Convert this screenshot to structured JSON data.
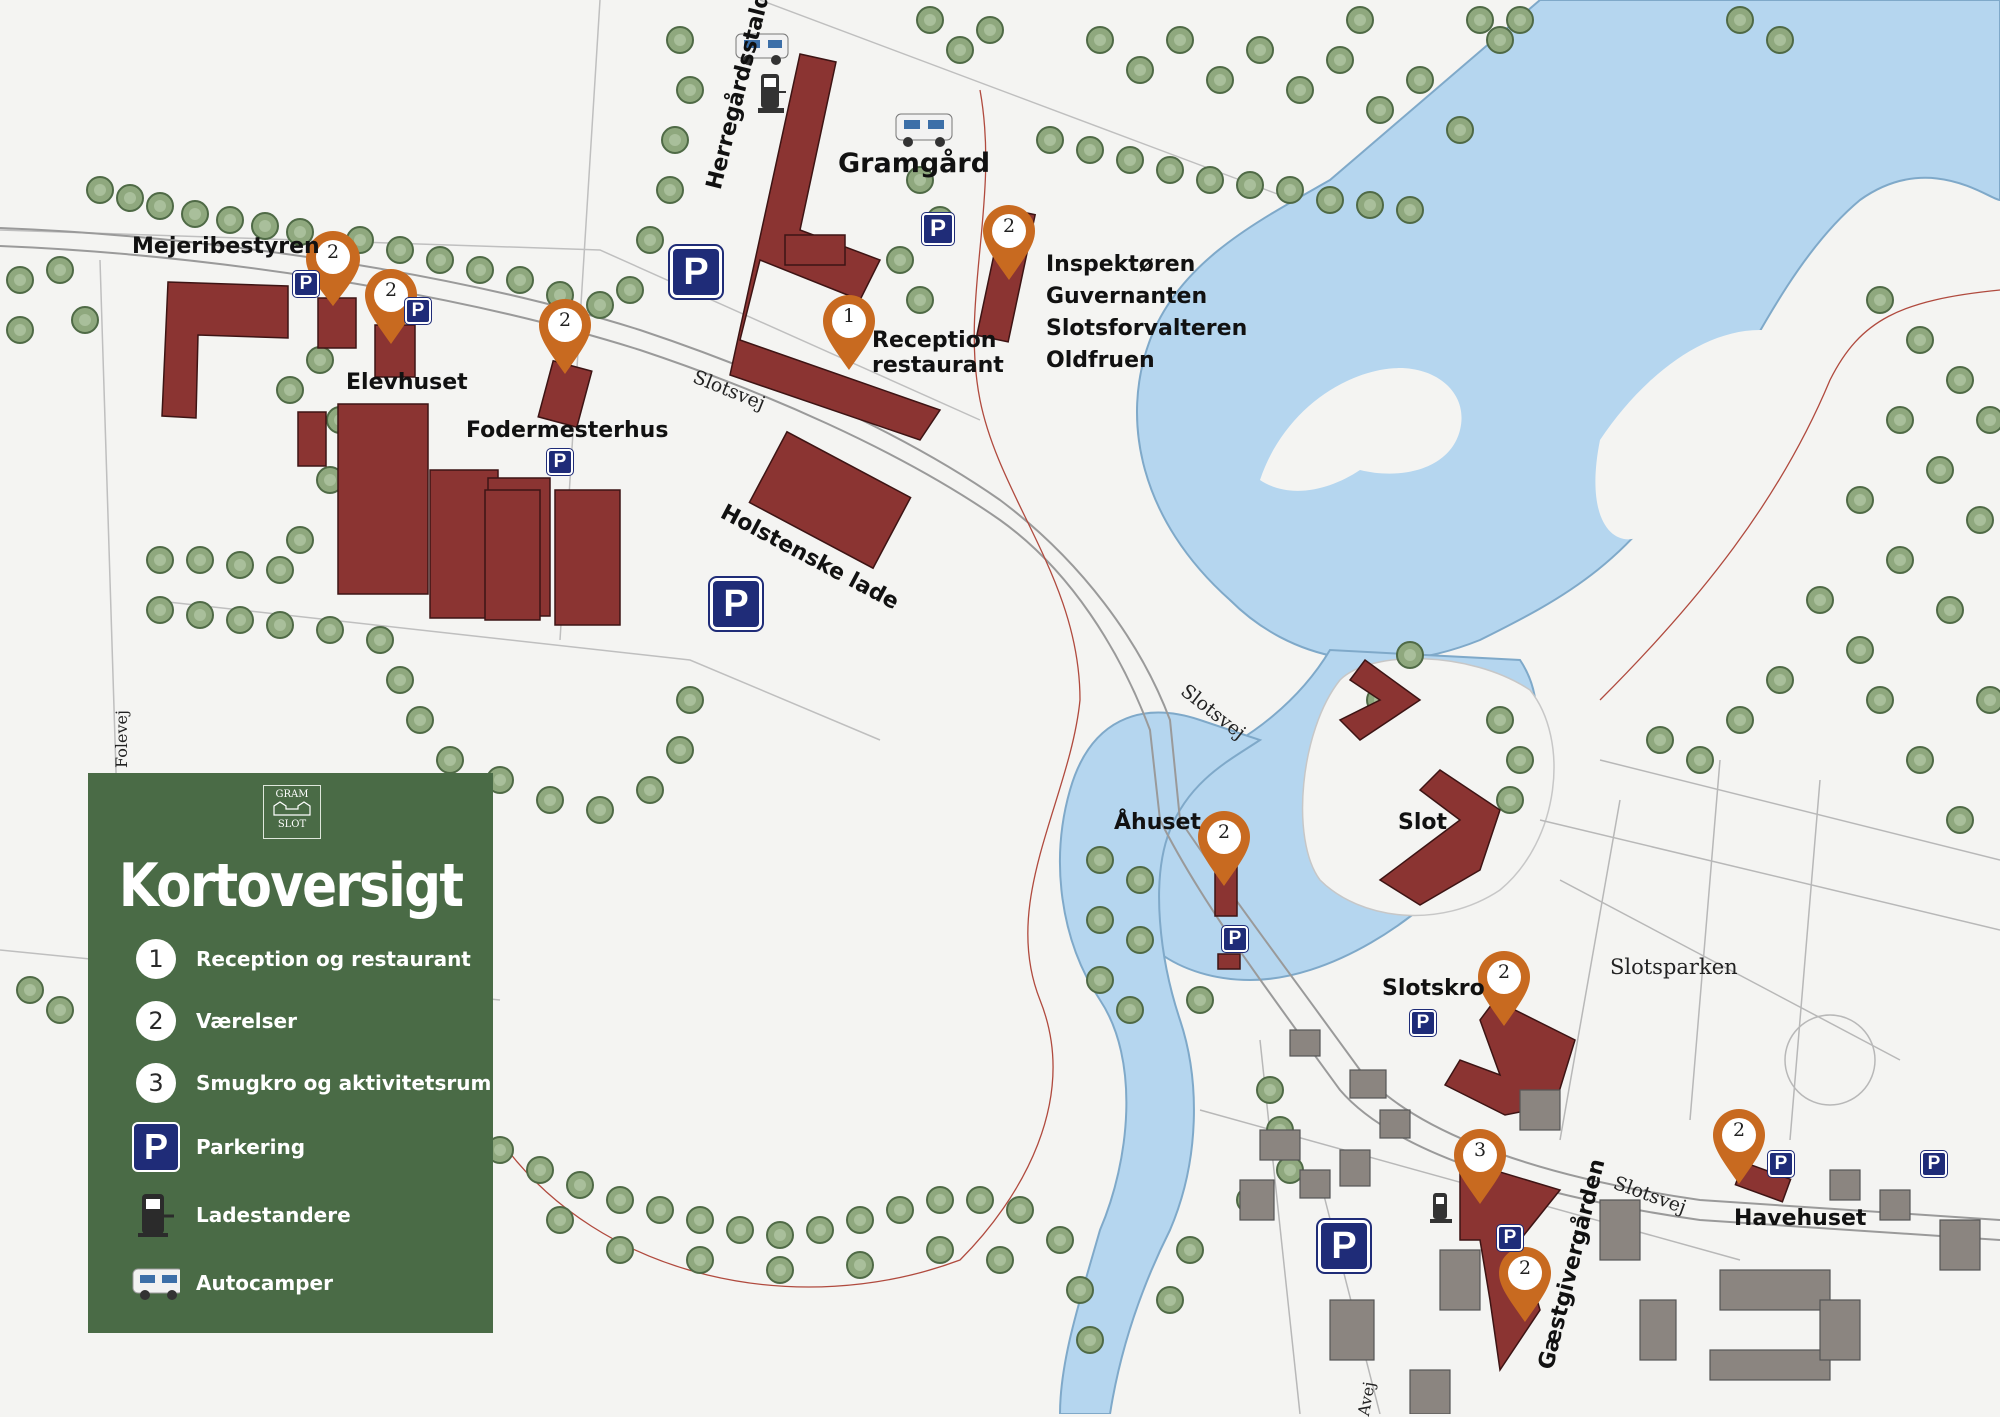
{
  "colors": {
    "building": "#8b3432",
    "water": "#b5d6ef",
    "tree": "#8fa87e",
    "pin": "#c86a20",
    "parking": "#1f2c78",
    "legend_bg": "#4a6b46"
  },
  "legend": {
    "logo_top": "GRAM",
    "logo_bottom": "SLOT",
    "title": "Kortoversigt",
    "items": [
      {
        "icon": "number-1",
        "num": "1",
        "label": "Reception og restaurant"
      },
      {
        "icon": "number-2",
        "num": "2",
        "label": "Værelser"
      },
      {
        "icon": "number-3",
        "num": "3",
        "label": "Smugkro og aktivitetsrum"
      },
      {
        "icon": "parking-icon",
        "num": "P",
        "label": "Parkering"
      },
      {
        "icon": "charger-icon",
        "num": "",
        "label": "Ladestandere"
      },
      {
        "icon": "camper-icon",
        "num": "",
        "label": "Autocamper"
      }
    ]
  },
  "places": {
    "mejeribestyren": "Mejeribestyren",
    "elevhuset": "Elevhuset",
    "fodermesterhus": "Fodermesterhus",
    "herregardsstalden": "Herregårdsstalden",
    "gramgard": "Gramgård",
    "reception": "Reception",
    "restaurant": "restaurant",
    "inspektoren": "Inspektøren",
    "guvernanten": "Guvernanten",
    "slotsforvalteren": "Slotsforvalteren",
    "oldfruen": "Oldfruen",
    "holstenske_lade": "Holstenske lade",
    "ahuset": "Åhuset",
    "slot": "Slot",
    "slotskro": "Slotskro",
    "slotsparken": "Slotsparken",
    "havehuset": "Havehuset",
    "gaestgivergarden": "Gæstgivergården"
  },
  "roads": {
    "slotsvej": "Slotsvej",
    "folevej": "Folevej",
    "avej": "Avej"
  },
  "pins": {
    "one": "1",
    "two": "2",
    "three": "3"
  },
  "parking_label": "P"
}
